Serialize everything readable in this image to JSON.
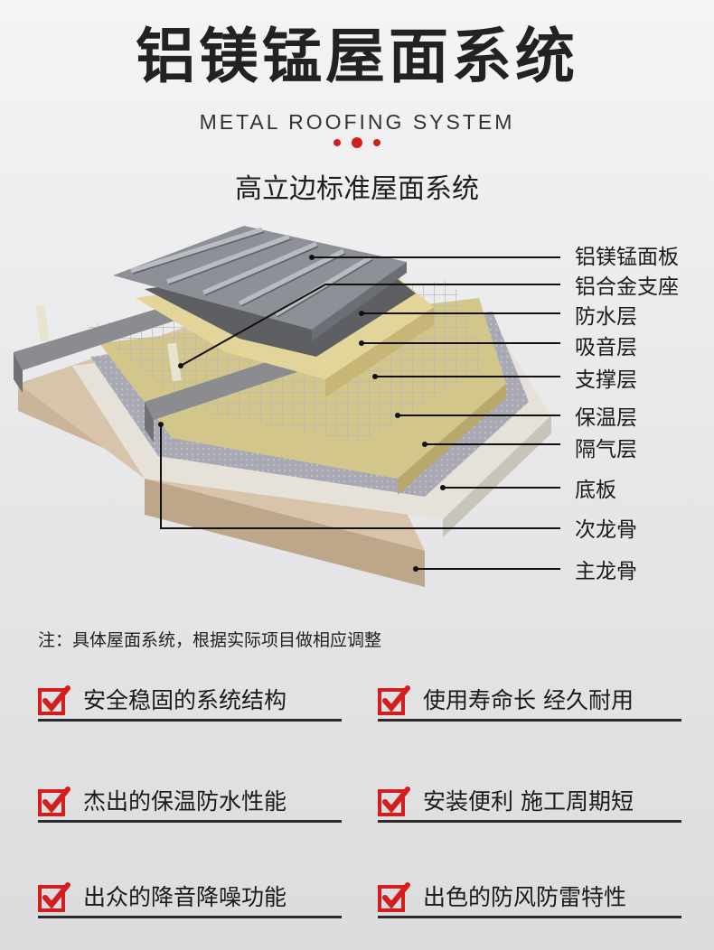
{
  "header": {
    "title": "铝镁锰屋面系统",
    "subtitle": "METAL ROOFING SYSTEM"
  },
  "section_title": "高立边标准屋面系统",
  "layers": [
    "铝镁锰面板",
    "铝合金支座",
    "防水层",
    "吸音层",
    "支撑层",
    "保温层",
    "隔气层",
    "底板",
    "次龙骨",
    "主龙骨"
  ],
  "note": "注：具体屋面系统，根据实际项目做相应调整",
  "features": [
    "安全稳固的系统结构",
    "使用寿命长 经久耐用",
    "杰出的保温防水性能",
    "安装便利 施工周期短",
    "出众的降音降噪功能",
    "出色的防风防雷特性"
  ],
  "colors": {
    "accent": "#d41e1e",
    "text": "#1a1a1a"
  },
  "icons": [
    "check-box-icon"
  ]
}
